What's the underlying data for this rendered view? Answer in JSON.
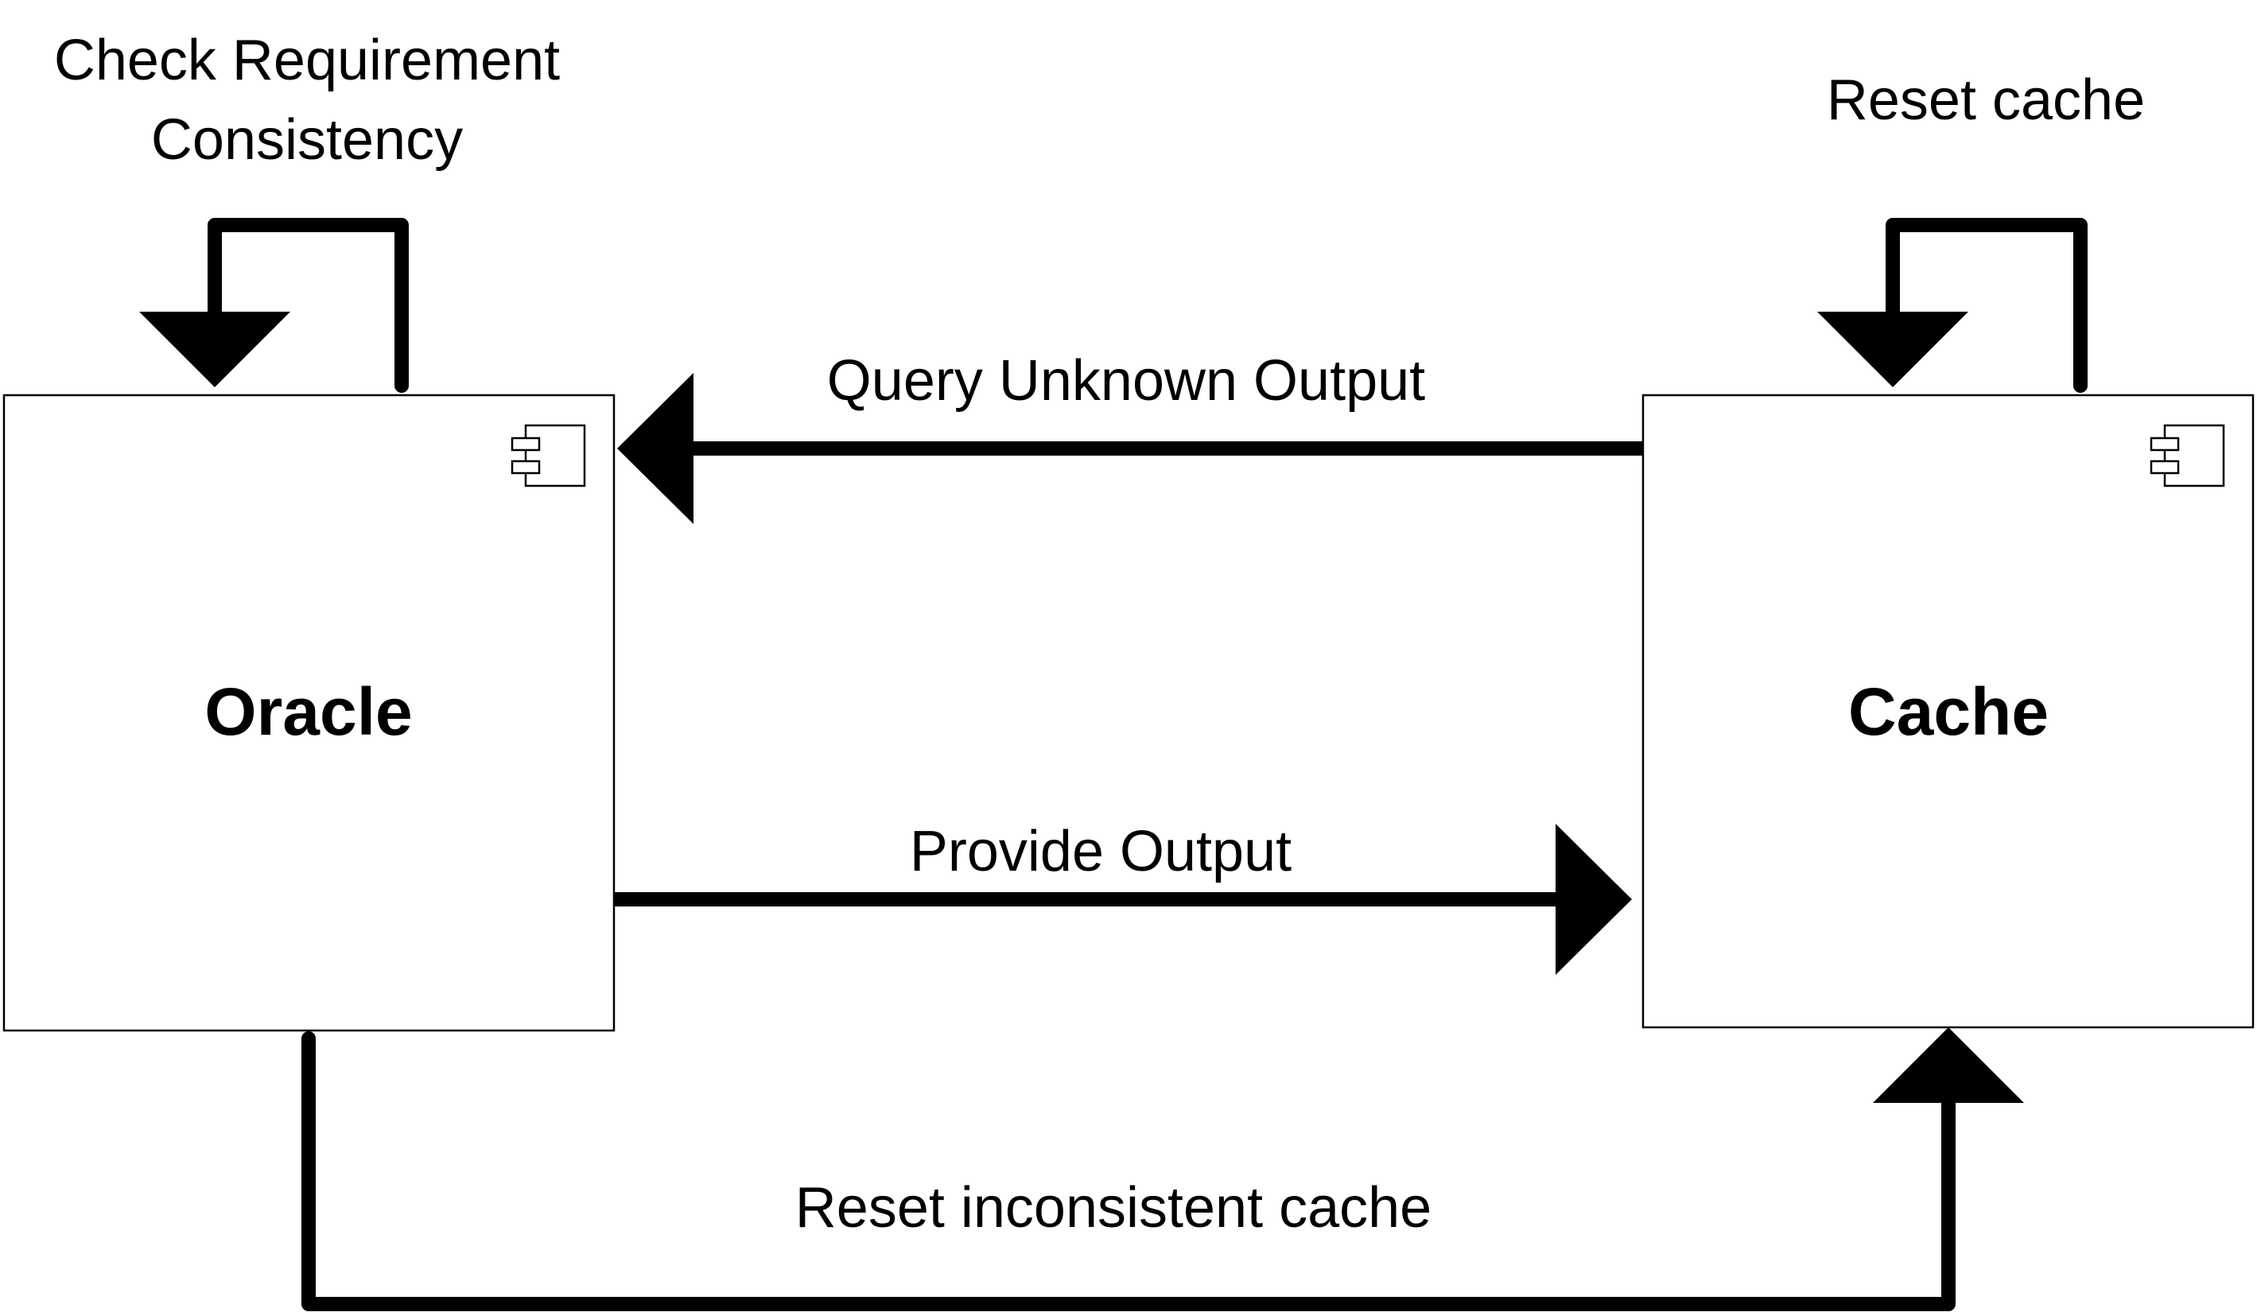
{
  "diagram": {
    "nodes": {
      "oracle": {
        "label": "Oracle"
      },
      "cache": {
        "label": "Cache"
      }
    },
    "edges": {
      "check_requirement": {
        "label_line1": "Check Requirement",
        "label_line2": "Consistency"
      },
      "reset_cache": {
        "label": "Reset cache"
      },
      "query_unknown_output": {
        "label": "Query Unknown Output"
      },
      "provide_output": {
        "label": "Provide Output"
      },
      "reset_inconsistent_cache": {
        "label": "Reset inconsistent cache"
      }
    }
  }
}
